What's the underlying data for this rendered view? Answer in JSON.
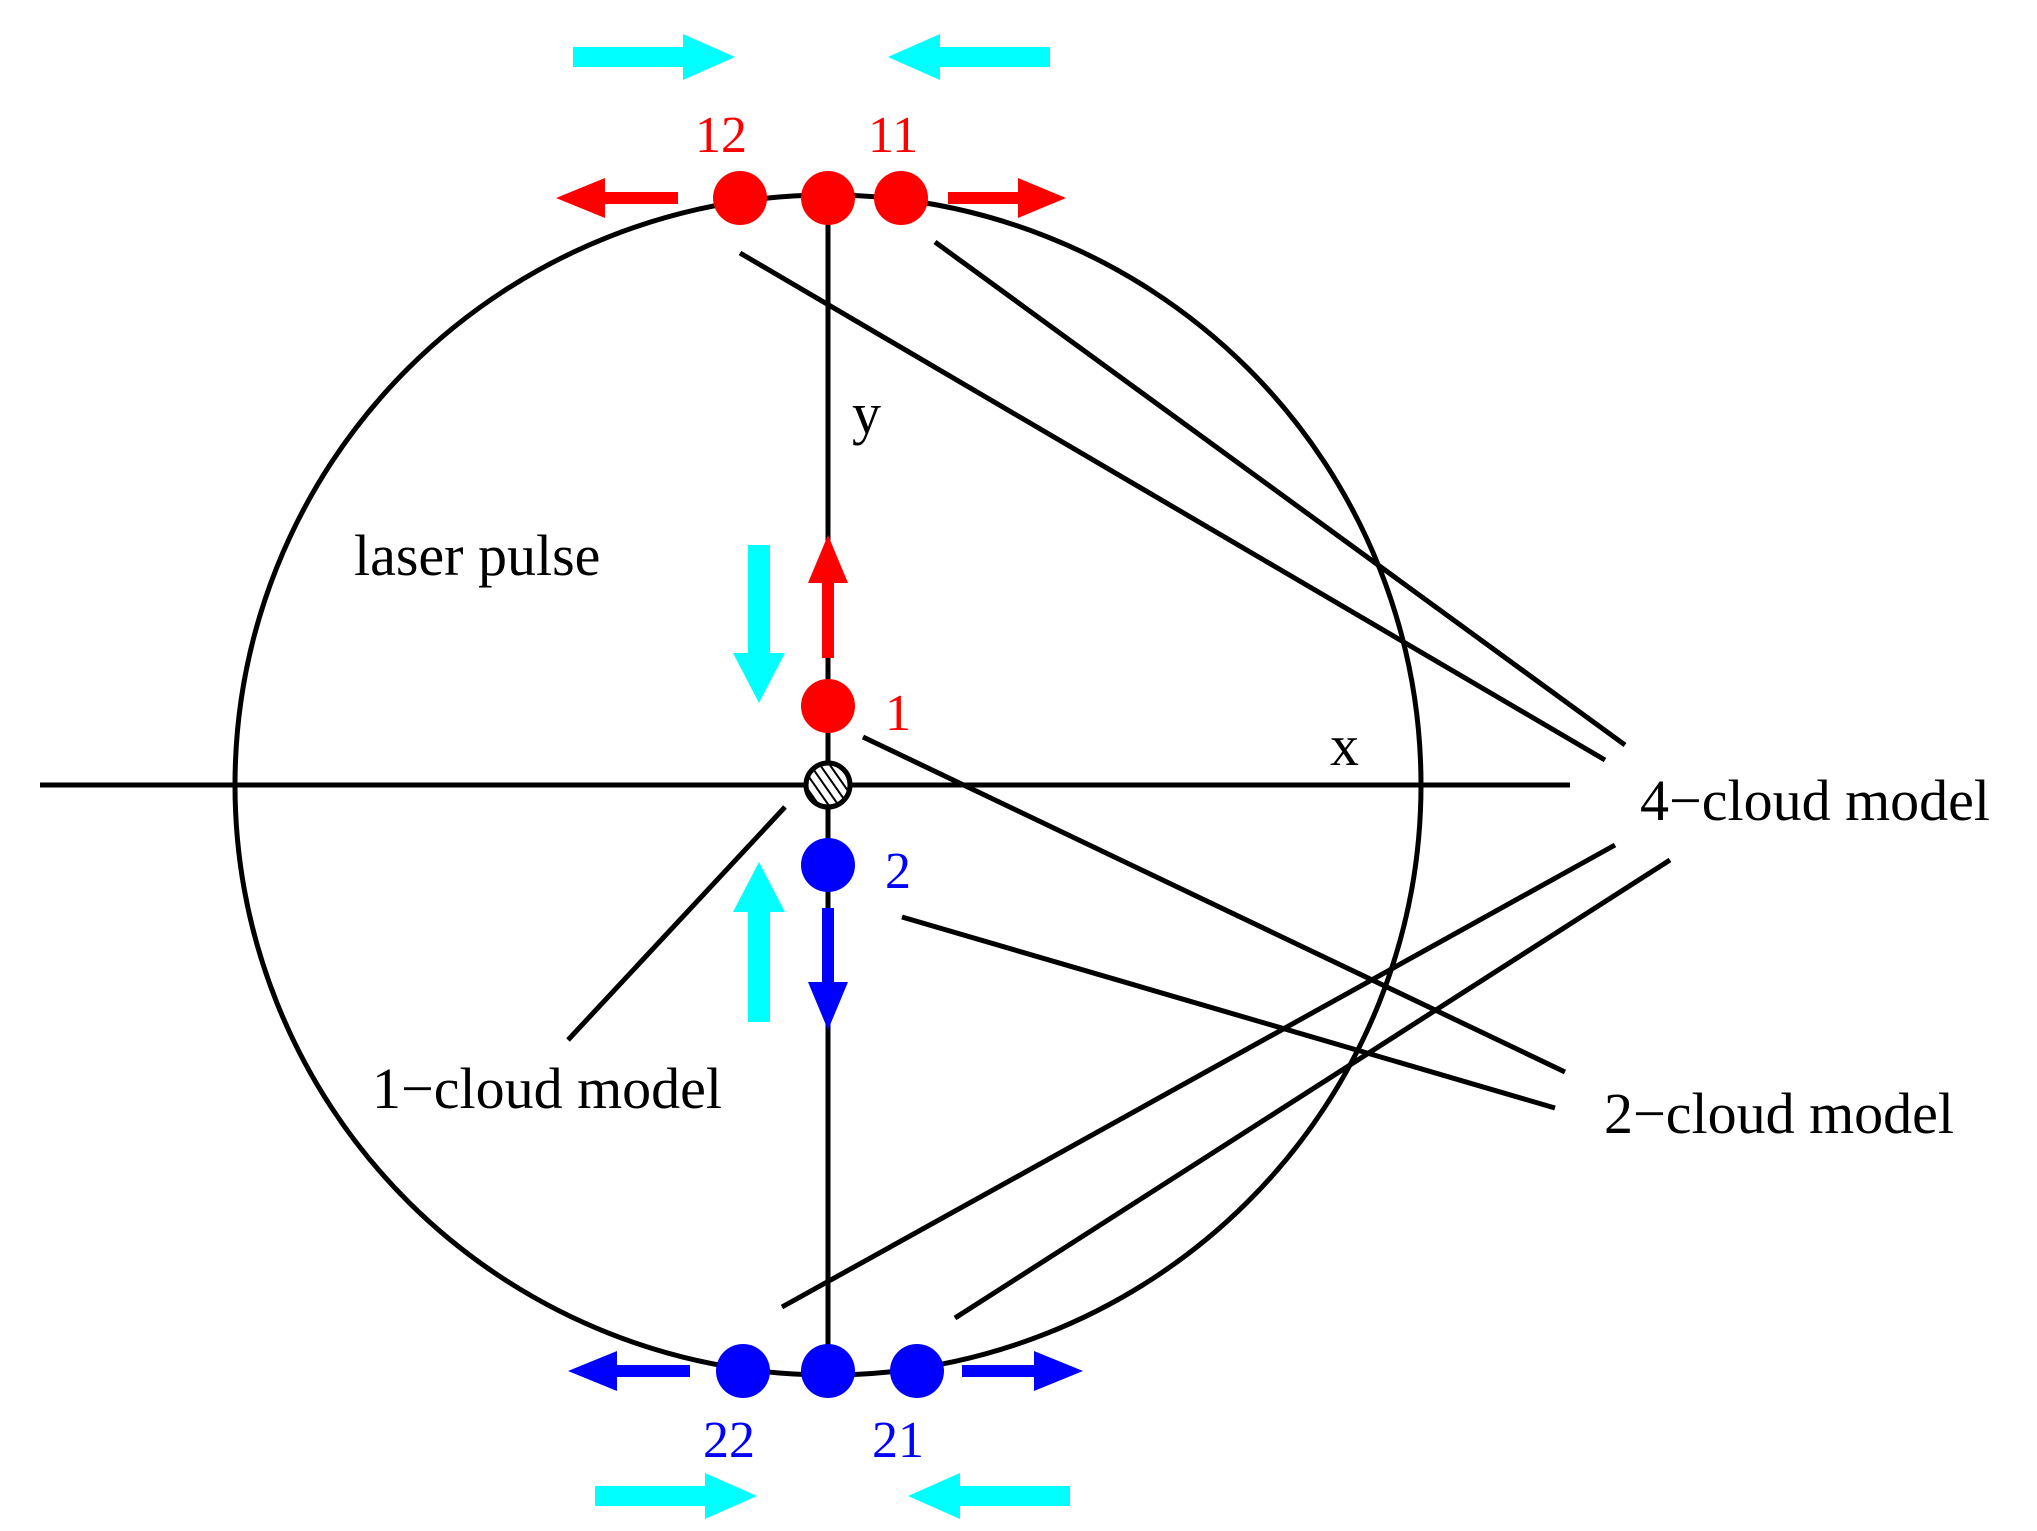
{
  "labels": {
    "laser_pulse": "laser pulse",
    "axis_x": "x",
    "axis_y": "y",
    "one_cloud": "1−cloud model",
    "two_cloud": "2−cloud model",
    "four_cloud": "4−cloud model"
  },
  "cloud_numbers": {
    "c1": "1",
    "c2": "2",
    "c11": "11",
    "c12": "12",
    "c21": "21",
    "c22": "22"
  },
  "colors": {
    "upper_clouds": "#ff0000",
    "lower_clouds": "#0000ff",
    "compression_arrows": "#00ffff",
    "lines": "#000000",
    "background": "#ffffff"
  }
}
